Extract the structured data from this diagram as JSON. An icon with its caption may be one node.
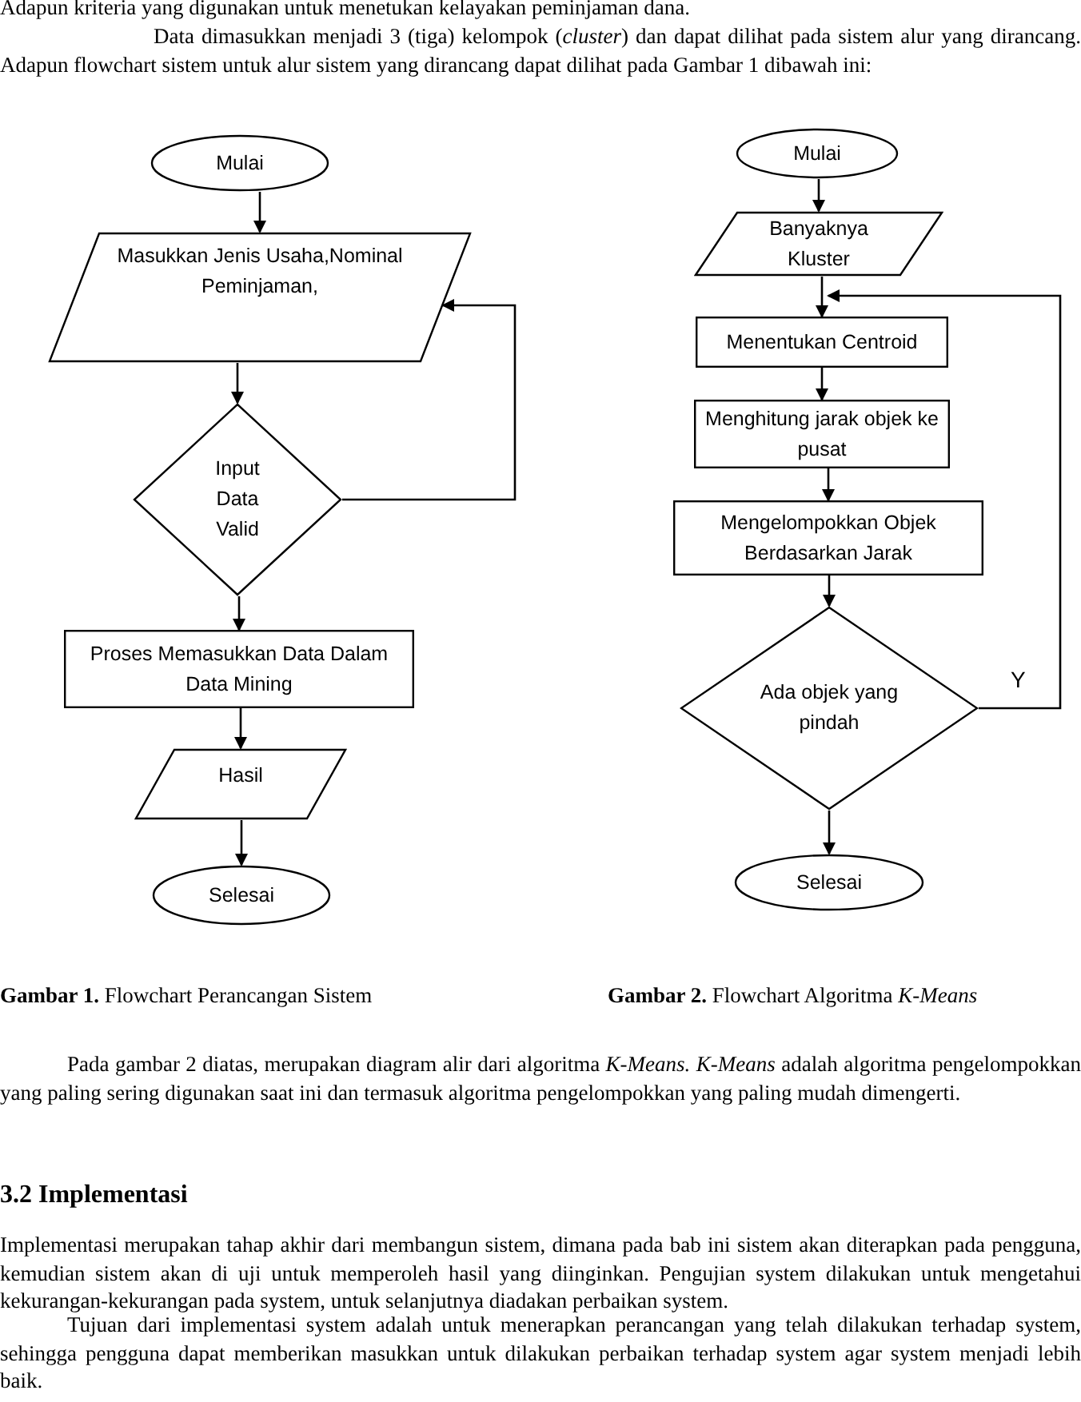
{
  "diagram": {
    "nodes": [
      {
        "text": [
          "Mulai"
        ]
      },
      {
        "text": [
          "Masukkan Jenis Usaha,Nominal Peminjaman,"
        ]
      },
      {
        "text": [
          "Input Data Valid"
        ]
      },
      {
        "text": [
          "Proses Memasukkan Data Dalam Data Mining"
        ]
      },
      {
        "text": [
          "Hasil"
        ]
      },
      {
        "text": [
          "Selesai"
        ]
      },
      {
        "text": [
          "Mulai"
        ]
      },
      {
        "text": [
          "Banyaknya Kluster"
        ]
      },
      {
        "text": [
          "Menentukan Centroid"
        ]
      },
      {
        "text": [
          "Menghitung jarak objek ke pusat"
        ]
      },
      {
        "text": [
          "Mengelompokkan Objek Berdasarkan Jarak"
        ]
      },
      {
        "text": [
          "Ada objek yang pindah"
        ]
      },
      {
        "text": [
          "Selesai"
        ]
      }
    ],
    "edges": [
      {
        "from": 0,
        "to": 1,
        "arrow": "to"
      },
      {
        "from": 1,
        "to": 2,
        "arrow": "to"
      },
      {
        "from": 2,
        "to": 1,
        "arrow": "to"
      },
      {
        "from": 2,
        "to": 3,
        "arrow": "to"
      },
      {
        "from": 3,
        "to": 4,
        "arrow": "to"
      },
      {
        "from": 4,
        "to": 5,
        "arrow": "to"
      },
      {
        "from": 6,
        "to": 7,
        "arrow": "to"
      },
      {
        "from": 7,
        "to": 8,
        "arrow": "to"
      },
      {
        "from": 8,
        "to": 9,
        "arrow": "to"
      },
      {
        "from": 9,
        "to": 10,
        "arrow": "to"
      },
      {
        "from": 10,
        "to": 11,
        "arrow": "to"
      },
      {
        "from": 11,
        "to": 8,
        "arrow": "to",
        "label": "Y"
      },
      {
        "from": 11,
        "to": 12,
        "arrow": "to"
      }
    ],
    "labels": [
      "Adapun kriteria yang digunakan untuk menetukan kelayakan peminjaman dana.",
      "Data dimasukkan menjadi 3 (tiga) kelompok (*cluster*) dan dapat dilihat pada sistem alur yang dirancang. Adapun flowchart sistem untuk alur sistem yang dirancang dapat dilihat pada Gambar 1 dibawah ini:",
      "**Gambar 1.** Flowchart Perancangan Sistem",
      "**Gambar 2.** Flowchart Algoritma *K-Means*",
      "Pada gambar 2 diatas, merupakan diagram alir dari algoritma *K-Means. K-Means* adalah algoritma pengelompokkan yang paling sering digunakan saat ini dan termasuk algoritma pengelompokkan yang paling mudah dimengerti.",
      "3.2 Implementasi",
      "Implementasi merupakan tahap akhir dari membangun sistem, dimana pada bab ini sistem akan diterapkan pada pengguna, kemudian sistem akan di uji untuk memperoleh hasil yang diinginkan. Pengujian system dilakukan untuk mengetahui kekurangan-kekurangan pada system, untuk selanjutnya diadakan perbaikan system.",
      "Tujuan dari implementasi system adalah untuk menerapkan perancangan yang telah dilakukan terhadap system, sehingga pengguna dapat memberikan masukkan untuk dilakukan perbaikan terhadap system agar system menjadi lebih baik."
    ]
  }
}
